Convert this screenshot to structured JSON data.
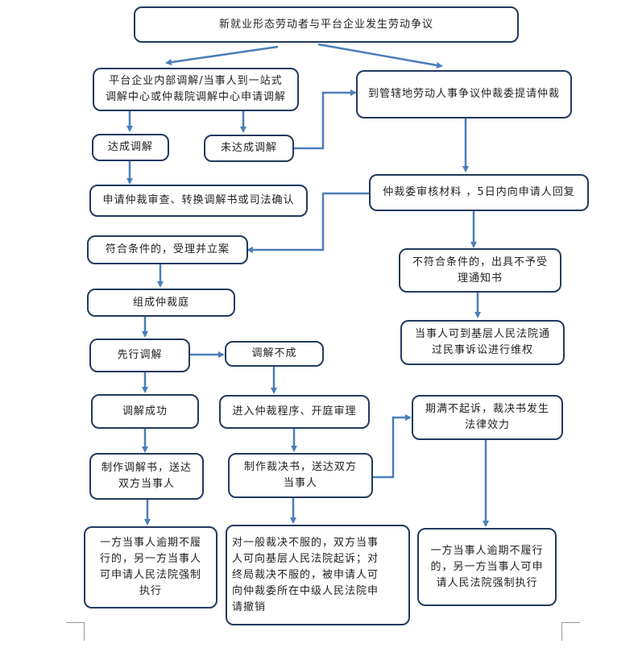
{
  "nodes": {
    "n1": "新就业形态劳动者与平台企业发生劳动争议",
    "n2": "平台企业内部调解/当事人到一站式\n调解中心或仲裁院调解中心申请调解",
    "n3": "到管辖地劳动人事争议仲裁委提请仲裁",
    "n4": "达成调解",
    "n5": "未达成调解",
    "n6": "申请仲裁审查、转换调解书或司法确认",
    "n7": "仲裁委审核材料 ，5日内向申请人回复",
    "n8": "符合条件的，受理并立案",
    "n9": "不符合条件的，出具不予受\n理通知书",
    "n10": "组成仲裁庭",
    "n11": "当事人可到基层人民法院通\n过民事诉讼进行维权",
    "n12": "先行调解",
    "n13": "调解不成",
    "n14": "调解成功",
    "n15": "进入仲裁程序、开庭审理",
    "n16": "期满不起诉，裁决书发生\n法律效力",
    "n17": "制作调解书，送达\n双方当事人",
    "n18": "制作裁决书，送达双方\n当事人",
    "n19": "一方当事人逾期不履\n行的，另一方当事人\n可申请人民法院强制\n执行",
    "n20": "对一般裁决不服的，双方当事\n人可向基层人民法院起诉；对\n终局裁决不服的，被申请人可\n向仲裁委所在中级人民法院申\n请撤销",
    "n21": "一方当事人逾期不履行\n的，另一方当事人可申\n请人民法院强制执行"
  },
  "colors": {
    "arrow": "#4a7ebb",
    "border": "#243a5e"
  }
}
